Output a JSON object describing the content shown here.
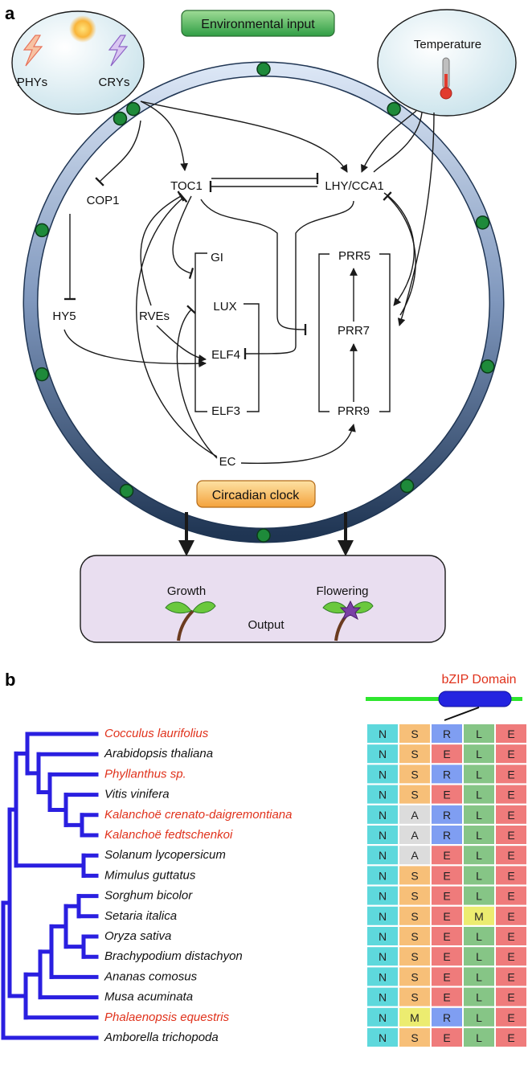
{
  "panel_a": {
    "label": "a",
    "environmental_input": "Environmental input",
    "light_receptors": [
      "PHYs",
      "CRYs"
    ],
    "temperature": "Temperature",
    "circadian_clock": "Circadian clock",
    "genes": {
      "toc1": "TOC1",
      "lhy_cca1": "LHY/CCA1",
      "cop1": "COP1",
      "hy5": "HY5",
      "rves": "RVEs",
      "gi": "GI",
      "lux": "LUX",
      "elf4": "ELF4",
      "elf3": "ELF3",
      "ec": "EC",
      "prr5": "PRR5",
      "prr7": "PRR7",
      "prr9": "PRR9"
    },
    "outputs": [
      "Growth",
      "Flowering"
    ],
    "output_label": "Output"
  },
  "panel_b": {
    "label": "b",
    "domain_label": "bZIP Domain",
    "colors": {
      "N": "#5ed8dc",
      "S": "#f7bf78",
      "A": "#dcdcdc",
      "M": "#ecec70",
      "R": "#7f9ef2",
      "E": "#ef7b7b",
      "L": "#86c586",
      "highlight": "#e0321c",
      "tree": "#2a1fe0",
      "domain_line": "#2ee62e"
    },
    "species": [
      {
        "name": "Cocculus laurifolius",
        "highlight": true,
        "residues": [
          "N",
          "S",
          "R",
          "L",
          "E"
        ]
      },
      {
        "name": "Arabidopsis thaliana",
        "highlight": false,
        "residues": [
          "N",
          "S",
          "E",
          "L",
          "E"
        ]
      },
      {
        "name": "Phyllanthus sp.",
        "highlight": true,
        "residues": [
          "N",
          "S",
          "R",
          "L",
          "E"
        ]
      },
      {
        "name": "Vitis vinifera",
        "highlight": false,
        "residues": [
          "N",
          "S",
          "E",
          "L",
          "E"
        ]
      },
      {
        "name": "Kalanchoë crenato-daigremontiana",
        "highlight": true,
        "residues": [
          "N",
          "A",
          "R",
          "L",
          "E"
        ]
      },
      {
        "name": "Kalanchoë fedtschenkoi",
        "highlight": true,
        "residues": [
          "N",
          "A",
          "R",
          "L",
          "E"
        ]
      },
      {
        "name": "Solanum lycopersicum",
        "highlight": false,
        "residues": [
          "N",
          "A",
          "E",
          "L",
          "E"
        ]
      },
      {
        "name": "Mimulus guttatus",
        "highlight": false,
        "residues": [
          "N",
          "S",
          "E",
          "L",
          "E"
        ]
      },
      {
        "name": "Sorghum bicolor",
        "highlight": false,
        "residues": [
          "N",
          "S",
          "E",
          "L",
          "E"
        ]
      },
      {
        "name": "Setaria italica",
        "highlight": false,
        "residues": [
          "N",
          "S",
          "E",
          "M",
          "E"
        ]
      },
      {
        "name": "Oryza sativa",
        "highlight": false,
        "residues": [
          "N",
          "S",
          "E",
          "L",
          "E"
        ]
      },
      {
        "name": "Brachypodium distachyon",
        "highlight": false,
        "residues": [
          "N",
          "S",
          "E",
          "L",
          "E"
        ]
      },
      {
        "name": "Ananas comosus",
        "highlight": false,
        "residues": [
          "N",
          "S",
          "E",
          "L",
          "E"
        ]
      },
      {
        "name": "Musa acuminata",
        "highlight": false,
        "residues": [
          "N",
          "S",
          "E",
          "L",
          "E"
        ]
      },
      {
        "name": "Phalaenopsis equestris",
        "highlight": true,
        "residues": [
          "N",
          "M",
          "R",
          "L",
          "E"
        ]
      },
      {
        "name": "Amborella trichopoda",
        "highlight": false,
        "residues": [
          "N",
          "S",
          "E",
          "L",
          "E"
        ]
      }
    ]
  }
}
